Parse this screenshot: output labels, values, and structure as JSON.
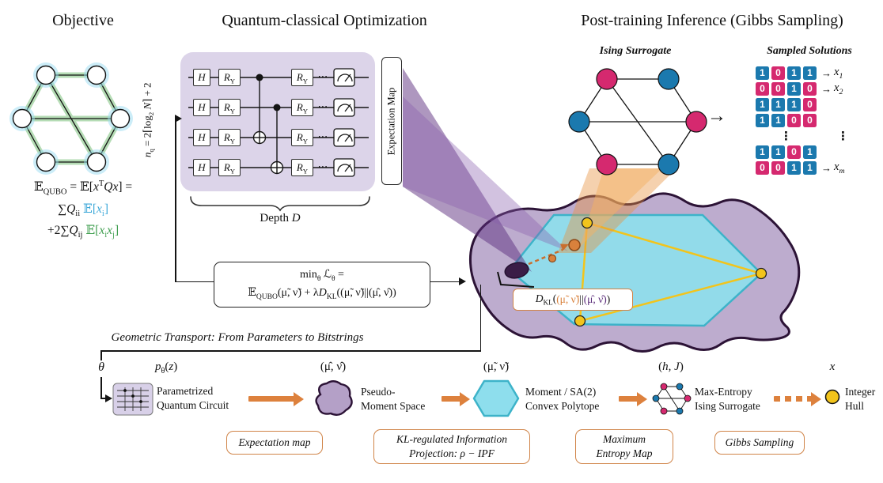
{
  "colors": {
    "accent_orange": "#dd813d",
    "magenta": "#d5296f",
    "blue": "#1b79ae",
    "cyan_polytope": "#8edeed",
    "lavender_circuit": "#dcd4e9",
    "purple_blob": "#b4a0c7",
    "purple_dark": "#2c1336",
    "yellow": "#f2c41c",
    "green_edge": "#6dbb6d",
    "expect_blue": "#3ba7d8",
    "expect_green": "#3f9e4f"
  },
  "titles": {
    "objective": "Objective",
    "optimization": "Quantum-classical Optimization",
    "inference": "Post-training Inference (Gibbs Sampling)"
  },
  "objective": {
    "eq_line1": "𝔼<sub>QUBO</sub> = 𝔼[<i>x</i><sup>T</sup><i>Qx</i>] =",
    "eq_sum1": "∑<i>Q</i><sub>ii</sub>",
    "eq_expect1": "𝔼[<i>x</i><sub>i</sub>]",
    "eq_sum2": "+2∑<i>Q</i><sub>ij</sub>",
    "eq_expect2": "𝔼[<i>x</i><sub>i</sub><i>x</i><sub>j</sub>]"
  },
  "circuit": {
    "qubit_count_label": "<i>n</i><sub>q</sub> = 2⌈log<sub>2</sub> <i>N</i>⌉ + 2",
    "gate_h": "<i>H</i>",
    "gate_ry": "<i>R</i><sub>Y</sub>",
    "wire_dots": "⋯",
    "expectation_map": "Expectation Map",
    "depth": "Depth <i>D</i>"
  },
  "loss": {
    "line1": "min<sub>θ</sub> ℒ<sub>θ</sub> =",
    "line2": "𝔼<sub>QUBO</sub>(μ̃, ν̃) + λ<i>D</i><sub>KL</sub>((μ̃, ν̃)||(μ̂, ν̂))"
  },
  "space": {
    "dkl_prefix": "<i>D</i><sub>KL</sub>(",
    "dkl_tilde_pair": "(μ̃, ν̃)",
    "dkl_separator": "||",
    "dkl_hat_pair": "(μ̂, ν̂)",
    "dkl_suffix": ")"
  },
  "inference": {
    "ising_title": "Ising Surrogate",
    "solutions_title": "Sampled Solutions",
    "arrow": "→",
    "vdots": "⋮",
    "rows": [
      {
        "bits": [
          1,
          0,
          1,
          1
        ],
        "label": "<i>x</i><sub>1</sub>"
      },
      {
        "bits": [
          0,
          0,
          1,
          0
        ],
        "label": "<i>x</i><sub>2</sub>"
      },
      {
        "bits": [
          1,
          1,
          1,
          0
        ],
        "label": ""
      },
      {
        "bits": [
          1,
          1,
          0,
          0
        ],
        "label": ""
      },
      {
        "dots": true
      },
      {
        "bits": [
          1,
          1,
          0,
          1
        ],
        "label": ""
      },
      {
        "bits": [
          0,
          0,
          1,
          1
        ],
        "label": "<i>x</i><sub>m</sub>"
      }
    ]
  },
  "transport": {
    "heading": "Geometric Transport: From Parameters to Bitstrings",
    "theta": "θ",
    "p_theta": "<i>p</i><sub>θ</sub>(<i>z</i>)",
    "stage1_label": "Parametrized<br>Quantum Circuit",
    "sym_hat": "(μ̂, ν̂)",
    "stage2_label": "Pseudo-<br>Moment Space",
    "sym_tilde": "(μ̃, ν̃)",
    "stage3_label": "Moment / SA(2)<br>Convex Polytope",
    "sym_hj": "(<i>h</i>, <i>J</i>)",
    "stage4_label": "Max-Entropy<br>Ising Surrogate",
    "sym_x": "<i>x</i>",
    "stage5_label": "Integer<br>Hull",
    "box_expectation": "Expectation map",
    "box_kl": "KL-regulated Information<br>Projection: ρ − IPF",
    "box_maxent": "Maximum<br>Entropy Map",
    "box_gibbs": "Gibbs Sampling"
  }
}
